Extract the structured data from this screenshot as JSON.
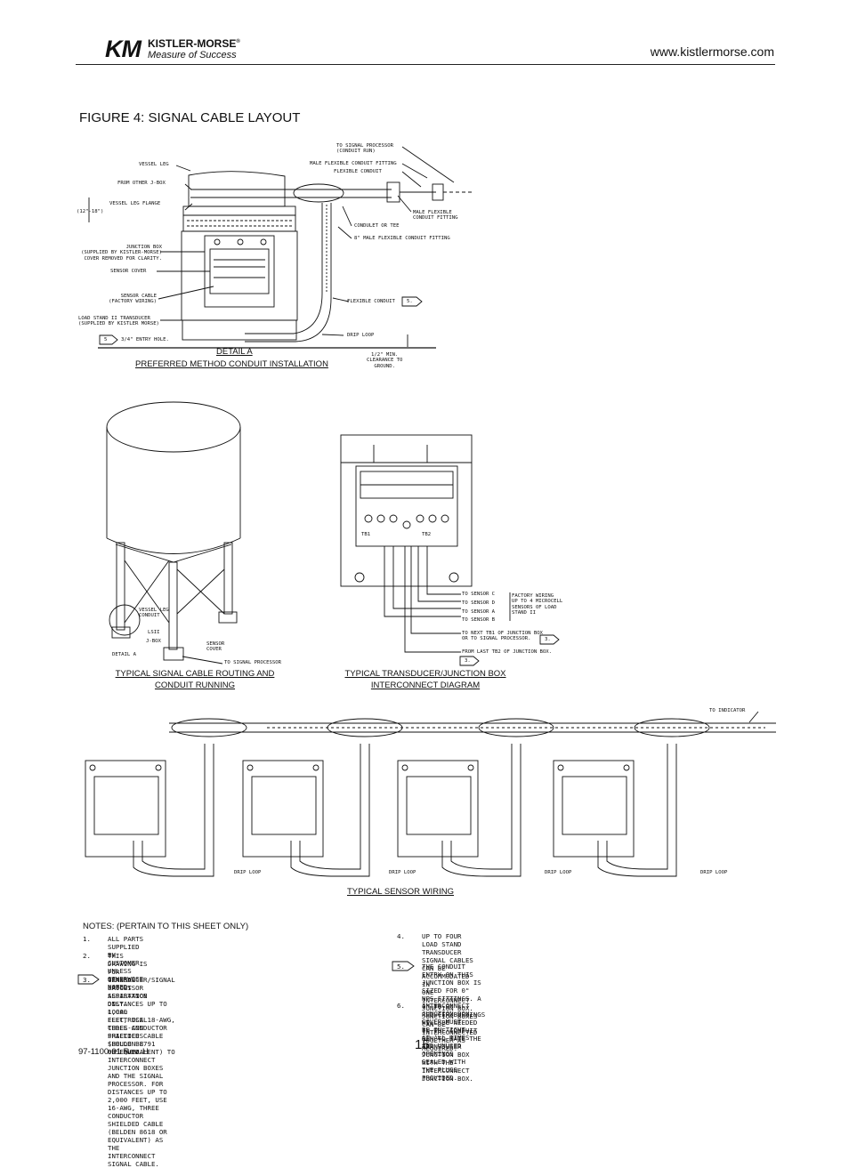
{
  "header": {
    "brand_name": "KISTLER-MORSE",
    "brand_mark": "KM",
    "tagline": "Measure of Success",
    "url": "www.kistlermorse.com"
  },
  "figure_title": "FIGURE 4: SIGNAL CABLE LAYOUT",
  "detail_a": {
    "labels": {
      "to_signal_processor": "TO SIGNAL PROCESSOR\n(CONDUIT RUN)",
      "male_fitting_top": "MALE FLEXIBLE CONDUIT FITTING",
      "flexible_conduit_top": "FLEXIBLE CONDUIT",
      "vessel_leg": "VESSEL LEG",
      "from_other_jbox": "FROM OTHER J-BOX",
      "vessel_leg_flange": "VESSEL LEG FLANGE",
      "dimension": "(12\"-18\")",
      "male_fitting_right": "MALE FLEXIBLE\nCONDUIT FITTING",
      "condulet": "CONDULET OR TEE",
      "male_fitting_8": "8\" MALE FLEXIBLE CONDUIT FITTING",
      "junction_box": "JUNCTION BOX\n(SUPPLIED BY Kistler-Morse)\nCOVER REMOVED FOR CLARITY.",
      "sensor_cover": "SENSOR COVER",
      "sensor_cable": "SENSOR CABLE\n(FACTORY WIRING)",
      "flexible_conduit": "FLEXIBLE CONDUIT",
      "flag_5a": "5.",
      "load_stand": "LOAD STAND II TRANSDUCER\n(SUPPLIED BY Kistler Morse)",
      "flag_5b": "5",
      "entry_hole": "3/4\" ENTRY HOLE.",
      "drip_loop": "DRIP LOOP",
      "clearance": "1/2\" MIN.\nCLEARANCE TO\nGROUND."
    },
    "caption1": "DETAIL A",
    "caption2": "PREFERRED METHOD CONDUIT INSTALLATION"
  },
  "routing": {
    "labels": {
      "vessel_leg": "VESSEL LEG\nCONDUIT",
      "ls": "LSII",
      "box": "J-BOX",
      "detail": "DETAIL A",
      "sensor_cover": "SENSOR\nCOVER",
      "to_signal_processor": "TO SIGNAL PROCESSOR"
    },
    "caption1": "TYPICAL SIGNAL CABLE ROUTING AND",
    "caption2": "CONDUIT RUNNING"
  },
  "interconnect": {
    "labels": {
      "to_sensor_c": "TO SENSOR C",
      "to_sensor_d": "TO SENSOR D",
      "to_sensor_a": "TO SENSOR A",
      "to_sensor_b": "TO SENSOR B",
      "factory_wiring": "FACTORY WIRING\nUP TO 4 MICROCELL\nSENSORS OF LOAD\nSTAND II",
      "to_next_tb1": "TO NEXT TB1 OF JUNCTION BOX\nOR TO SIGNAL PROCESSOR.",
      "flag_3a": "3.",
      "from_last_tb2": "FROM LAST TB2 OF JUNCTION BOX.",
      "flag_3b": "3.",
      "tb1": "TB1",
      "tb2": "TB2"
    },
    "caption1": "TYPICAL TRANSDUCER/JUNCTION BOX",
    "caption2": "INTERCONNECT DIAGRAM"
  },
  "sensor_wiring": {
    "to_indicator": "TO INDICATOR",
    "drip_loop": "DRIP LOOP",
    "caption": "TYPICAL SENSOR WIRING"
  },
  "notes": {
    "heading": "NOTES:  (PERTAIN TO THIS SHEET ONLY)",
    "items": [
      {
        "num": "1.",
        "text": "ALL PARTS SUPPLIED BY CUSTOMER UNLESS OTHERWISE NOTED."
      },
      {
        "num": "2.",
        "text": "THIS DRAWING IS FOR GENERAL LAYOUT ASSISTANCE ONLY. LOCAL\nELECTRICAL CODES AND PRACTICES SHOULD BE OBSERVED."
      },
      {
        "num": "3.",
        "text": "TRANSDUCER/SIGNAL PROCESSOR SEPARATION DISTANCES UP TO 1,000\nFEET, USE 18-AWG, THREE-CONDUCTOR SHIELDED CABLE (BELDEN 8791\nOR EQUIVALENT) TO INTERCONNECT JUNCTION BOXES AND THE SIGNAL\nPROCESSOR.  FOR DISTANCES UP TO 2,000 FEET, USE 16-AWG, THREE\nCONDUCTOR SHIELDED CABLE (BELDEN 8618 OR EQUIVALENT) AS THE\nINTERCONNECT SIGNAL CABLE."
      },
      {
        "num": "4.",
        "text": "UP TO FOUR LOAD STAND TRANSDUCER SIGNAL CABLES CAN BE ACCOMMODATED IN\nONE INTERCONNECT JUNCTION BOX. JUNCTION BOXES CAN BE INTERCONNECTED\nTOGETHER AS REQUIRED."
      },
      {
        "num": "5.",
        "text": "THE CONDUIT ENTRY ON THIS JUNCTION BOX IS SIZED FOR 0\"\nNPS FITTINGS. A 0\" TO 0\" REDUCER/BUSHINGS WILL BE NEEDED\nIN THE CONDUIT RUN TO MATE THE TRANSDUCER JUNCTION BOX WITH THE\nINTERCONNECT JUNCTION BOX."
      },
      {
        "num": "6.",
        "text": "INTERCONNECT JUNCTION BOX COVER MUST BE ON TIGHT AT ALL TIMES\nAND UNUSED OPENINGS SEALED WITH THE PLUGS PROVIDED."
      }
    ]
  },
  "footer": {
    "page_number": "15",
    "revision": "97-1100-01 Rev. H"
  }
}
